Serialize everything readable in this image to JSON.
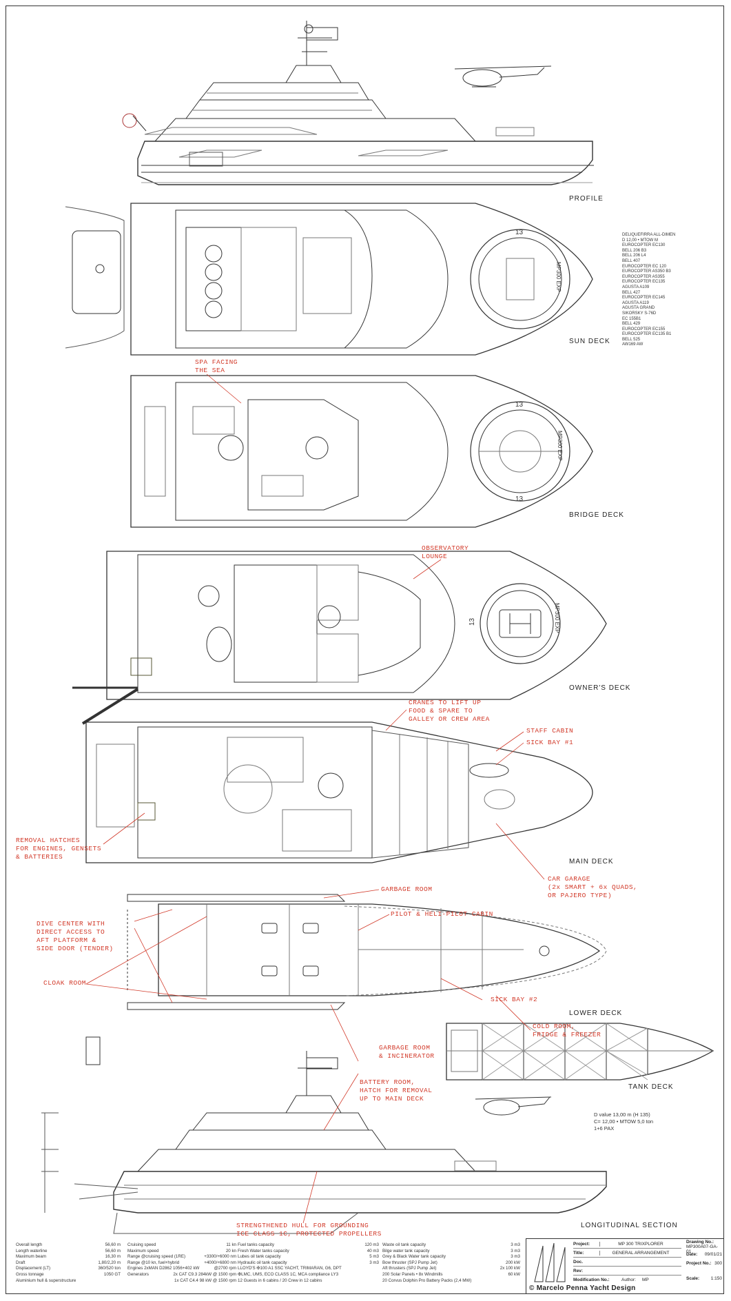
{
  "views": {
    "profile": "PROFILE",
    "sun_deck": "SUN DECK",
    "bridge_deck": "BRIDGE DECK",
    "owners_deck": "OWNER'S DECK",
    "main_deck": "MAIN DECK",
    "lower_deck": "LOWER DECK",
    "tank_deck": "TANK DECK",
    "longitudinal_section": "LONGITUDINAL SECTION"
  },
  "annotations": {
    "spa": [
      "SPA FACING",
      "THE SEA"
    ],
    "observatory": [
      "OBSERVATORY",
      "LOUNGE"
    ],
    "cranes": [
      "CRANES TO LIFT UP",
      "FOOD & SPARE TO",
      "GALLEY OR CREW AREA"
    ],
    "staff_cabin": "STAFF CABIN",
    "sick_bay_1": "SICK BAY #1",
    "removal_hatches": [
      "REMOVAL HATCHES",
      "FOR ENGINES, GENSETS",
      "& BATTERIES"
    ],
    "car_garage": [
      "CAR GARAGE",
      "(2x SMART + 6x QUADS,",
      "OR PAJERO TYPE)"
    ],
    "garbage_room": "GARBAGE ROOM",
    "dive_center": [
      "DIVE CENTER WITH",
      "DIRECT ACCESS TO",
      "AFT PLATFORM &",
      "SIDE DOOR (TENDER)"
    ],
    "pilot_cabin": "PILOT & HELI-PILOT CABIN",
    "cloak_room": "CLOAK ROOM",
    "sick_bay_2": "SICK BAY #2",
    "cold_room": [
      "COLD ROOM,",
      "FRIDGE & FREEZER"
    ],
    "garbage_incinerator": [
      "GARBAGE ROOM",
      "& INCINERATOR"
    ],
    "battery_room": [
      "BATTERY ROOM,",
      "HATCH FOR REMOVAL",
      "UP TO MAIN DECK"
    ],
    "strengthened_hull": [
      "STRENGTHENED HULL FOR GROUNDING",
      "ICE CLASS 1C, PROTECTED PROPELLERS"
    ]
  },
  "helipad_marks": {
    "mtow": "13",
    "name": "MP300 EXP"
  },
  "heli_dims": [
    "D value 13,00 m   (H 135)",
    "C= 12,00 • MTOW 5,0 ton",
    "1+6 PAX"
  ],
  "helicopter_list": [
    "DELIQUEFIRRA ALL-DIMEN",
    "D 12,00 • MTOW M",
    "EUROCOPTER EC130",
    "BELL 206 B3",
    "BELL 206 L4",
    "BELL 407",
    "EUROCOPTER EC 120",
    "EUROCOPTER AS350 B3",
    "EUROCOPTER AS355",
    "EUROCOPTER EC135",
    "AGUSTA A109",
    "BELL 427",
    "EUROCOPTER EC145",
    "AGUSTA A119",
    "AGUSTA GRAND",
    "SIKORSKY S-76D",
    "EC 155B1",
    "BELL 429",
    "EUROCOPTER EC155",
    "EUROCOPTER EC135 B1",
    "BELL 525",
    "AW169 AW"
  ],
  "specs": {
    "col1": [
      [
        "Overall length",
        "56,60 m"
      ],
      [
        "Length waterline",
        "56,60 m"
      ],
      [
        "Maximum beam",
        "16,30 m"
      ],
      [
        "Draft",
        "1,80/2,20 m"
      ],
      [
        "Displacement (LT)",
        "360/520 ton"
      ],
      [
        "Gross tonnage",
        "1050 GT"
      ],
      [
        "Aluminium hull & superstructure",
        ""
      ]
    ],
    "col2": [
      [
        "Cruising speed",
        "11 kn"
      ],
      [
        "Maximum speed",
        "20 kn"
      ],
      [
        "Range @cruising speed (1RE)",
        "+3300/+6000 nm"
      ],
      [
        "Range @10 kn, fuel+hybrid",
        "+4000/+6800 nm"
      ],
      [
        "Engines 2xMAN D2862 1056+402 kW",
        "@2700 rpm"
      ],
      [
        "Generators",
        "2x CAT C9.3 284kW @ 1500 rpm"
      ],
      [
        "",
        "1x CAT C4.4  98 kW @ 1500 rpm"
      ]
    ],
    "col3": [
      [
        "Fuel tanks capacity",
        "120 m3"
      ],
      [
        "Fresh Water tanks capacity",
        "40 m3"
      ],
      [
        "Lubes oil tank capacity",
        "5 m3"
      ],
      [
        "Hydraulic oil tank capacity",
        "3 m3"
      ],
      [
        "LLOYD'S ✠100 A1 SSC YACHT, TRIMARAN, G6, DPT",
        ""
      ],
      [
        "✠LMC, UMS, ECO CLASS 1C, MCA compliance LY3",
        ""
      ],
      [
        "12 Guests in 6 cabins / 20 Crew in 12 cabins",
        ""
      ]
    ],
    "col4": [
      [
        "Waste oil tank capacity",
        "3 m3"
      ],
      [
        "Bilge water tank capacity",
        "3 m3"
      ],
      [
        "Grey & Black Water tank capacity",
        "3 m3"
      ],
      [
        "Bow thruster (SPJ Pump Jet)",
        "200 kW"
      ],
      [
        "Aft thrusters (SPJ Pump Jet)",
        "2x 100 kW"
      ],
      [
        "200 Solar Panels • 8x Windmills",
        "60 kW"
      ],
      [
        "20 Corvus Dolphin Pro Battery Packs (2,4 MW)",
        ""
      ]
    ]
  },
  "title_block": {
    "project_label": "Project:",
    "project": "MP 300 TRIXPLORER",
    "title_label": "Title:",
    "title": "GENERAL ARRANGEMENT",
    "doc_label": "Doc.",
    "rev_label": "Rev:",
    "drawing_no_label": "Drawing No.:",
    "drawing_no": "MP300A07-GA-01",
    "date_label": "Date:",
    "date": "09/01/21",
    "project_no_label": "Project No.:",
    "project_no": "300",
    "modification_label": "Modification No.:",
    "author_label": "Author:",
    "author": "MP",
    "scale_label": "Scale:",
    "scale": "1:150",
    "brand": "© Marcelo Penna Yacht Design"
  }
}
